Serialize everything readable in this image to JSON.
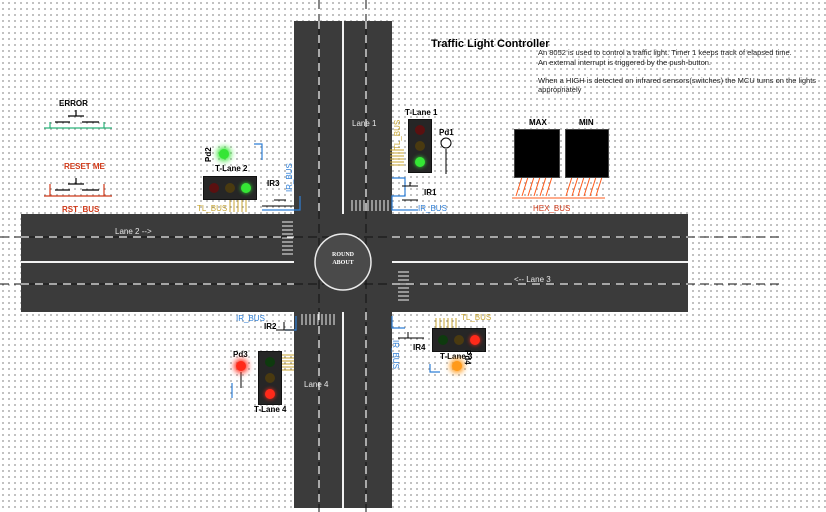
{
  "title": "Traffic Light Controller",
  "description": [
    "An 8052 is used to control a traffic light. Timer 1 keeps track of elapsed time.",
    "An external interrupt is triggered by the push-button.",
    "When a HIGH is detected on infrared sensors(switches) the MCU turns on the lights appropriately"
  ],
  "roundabout": "ROUND ABOUT",
  "lanes": {
    "lane1": "Lane 1",
    "lane2": "Lane 2 -->",
    "lane3": "<-- Lane 3",
    "lane4": "Lane 4"
  },
  "lights": {
    "tl1": "T-Lane 1",
    "tl2": "T-Lane 2",
    "tl3": "T-Lane 3",
    "tl4": "T-Lane 4"
  },
  "sensors": {
    "ir1": "IR1",
    "ir2": "IR2",
    "ir3": "IR3",
    "ir4": "IR4"
  },
  "leds": {
    "pd1": "Pd1",
    "pd2": "Pd2",
    "pd3": "Pd3",
    "pd4": "Pd4"
  },
  "buttons": {
    "error": "ERROR",
    "reset": "RESET ME"
  },
  "buses": {
    "rst": "RST_BUS",
    "hex": "HEX_BUS",
    "ir": "IR_BUS",
    "tl": "TL_BUS"
  },
  "displays": {
    "max": "MAX",
    "min": "MIN"
  },
  "colors": {
    "road": "#3b3b3b",
    "red_on": "#ff2a1a",
    "green_on": "#35e635",
    "amber_on": "#ff9a1a",
    "ir_bus": "#2f7fd6",
    "tl_bus": "#c8a632",
    "hex_bus": "#ff5a1a"
  }
}
